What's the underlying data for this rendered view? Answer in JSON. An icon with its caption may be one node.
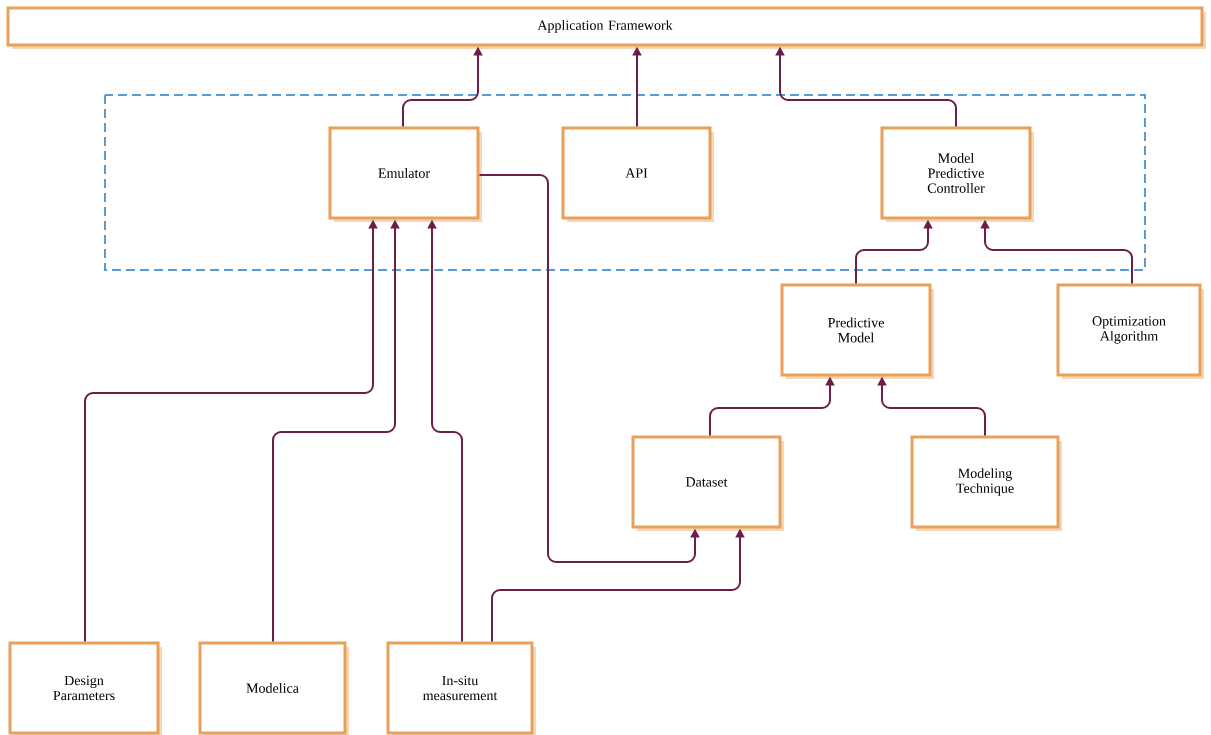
{
  "diagram": {
    "nodes": [
      {
        "text": [
          "Application Framework"
        ]
      },
      {
        "text": [
          "Emulator"
        ]
      },
      {
        "text": [
          "API"
        ]
      },
      {
        "text": [
          "Model Predictive Controller"
        ]
      },
      {
        "text": [
          "Predictive Model"
        ]
      },
      {
        "text": [
          "Optimization Algorithm"
        ]
      },
      {
        "text": [
          "Dataset"
        ]
      },
      {
        "text": [
          "Modeling Technique"
        ]
      },
      {
        "text": [
          "Design Parameters"
        ]
      },
      {
        "text": [
          "Modelica"
        ]
      },
      {
        "text": [
          "In-situ measurement"
        ]
      }
    ],
    "edges": [
      {
        "from": 1,
        "to": 0,
        "arrow": "to"
      },
      {
        "from": 2,
        "to": 0,
        "arrow": "to"
      },
      {
        "from": 3,
        "to": 0,
        "arrow": "to"
      },
      {
        "from": 4,
        "to": 3,
        "arrow": "to"
      },
      {
        "from": 5,
        "to": 3,
        "arrow": "to"
      },
      {
        "from": 6,
        "to": 4,
        "arrow": "to"
      },
      {
        "from": 7,
        "to": 4,
        "arrow": "to"
      },
      {
        "from": 1,
        "to": 6,
        "arrow": "to"
      },
      {
        "from": 8,
        "to": 1,
        "arrow": "to"
      },
      {
        "from": 9,
        "to": 1,
        "arrow": "to"
      },
      {
        "from": 10,
        "to": 1,
        "arrow": "to"
      },
      {
        "from": 10,
        "to": 6,
        "arrow": "to"
      }
    ]
  }
}
